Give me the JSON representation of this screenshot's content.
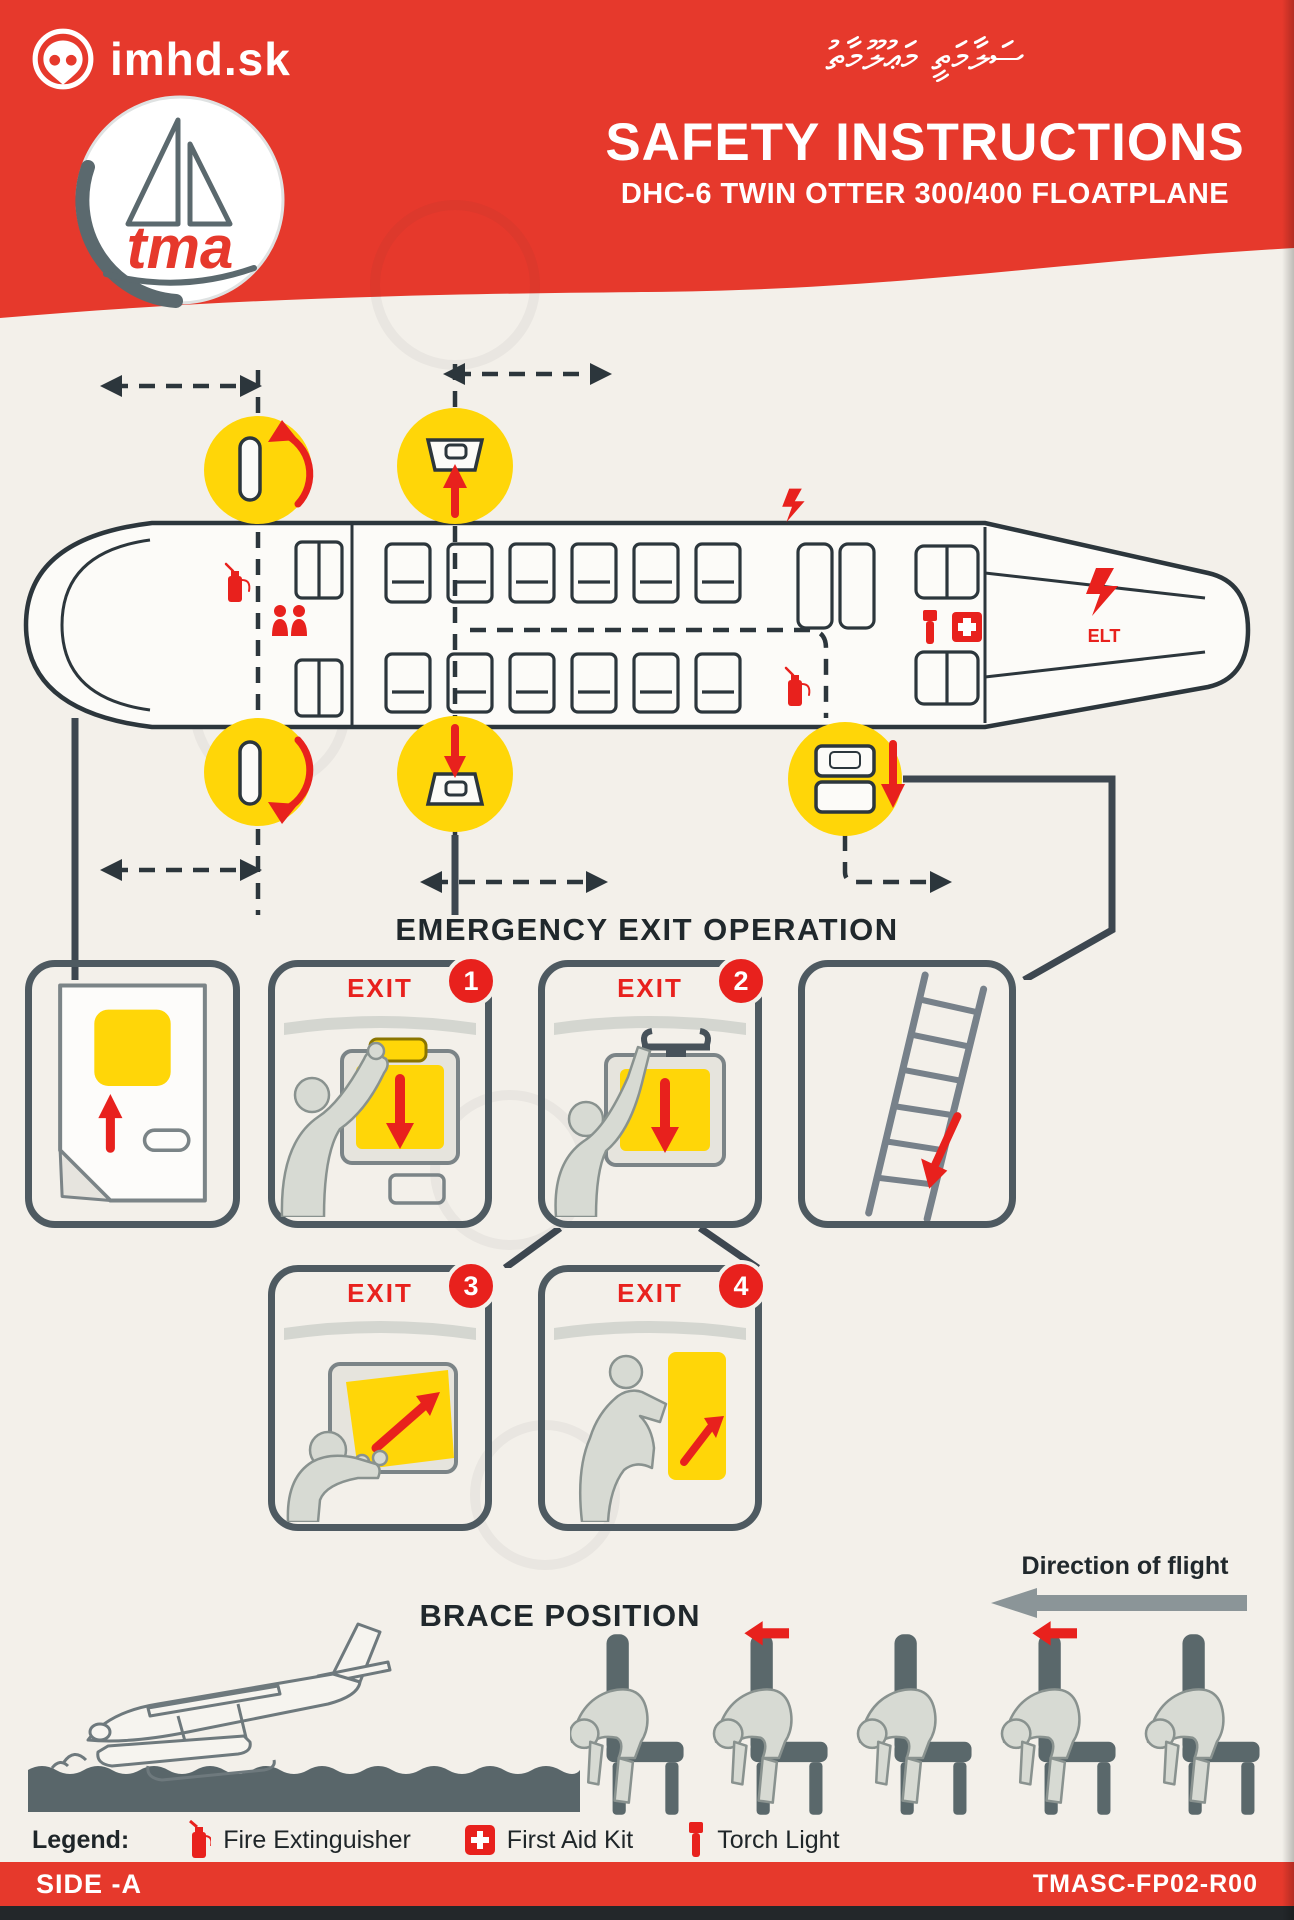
{
  "watermark": {
    "brand": "imhd.sk"
  },
  "header": {
    "thaana": "ސަލާމަތީ މަޢުލޫމާތު",
    "title": "SAFETY INSTRUCTIONS",
    "subtitle": "DHC-6 TWIN OTTER 300/400 FLOATPLANE",
    "logo_text": "tma"
  },
  "diagram": {
    "elt_label": "ELT"
  },
  "sections": {
    "exit_operation_title": "EMERGENCY EXIT OPERATION",
    "brace_title": "BRACE POSITION",
    "direction_of_flight": "Direction of flight"
  },
  "panels": {
    "exit_label": "EXIT",
    "steps": [
      "1",
      "2",
      "3",
      "4"
    ]
  },
  "legend": {
    "label": "Legend:",
    "items": [
      {
        "icon": "fire-extinguisher-icon",
        "label": "Fire Extinguisher"
      },
      {
        "icon": "first-aid-icon",
        "label": "First Aid Kit"
      },
      {
        "icon": "torch-icon",
        "label": "Torch Light"
      }
    ]
  },
  "footer": {
    "side": "SIDE -A",
    "code": "TMASC-FP02-R00"
  },
  "colors": {
    "red": "#e6392c",
    "yellow": "#ffd608",
    "dark": "#2c363c",
    "panel_border": "#4e5a61"
  }
}
